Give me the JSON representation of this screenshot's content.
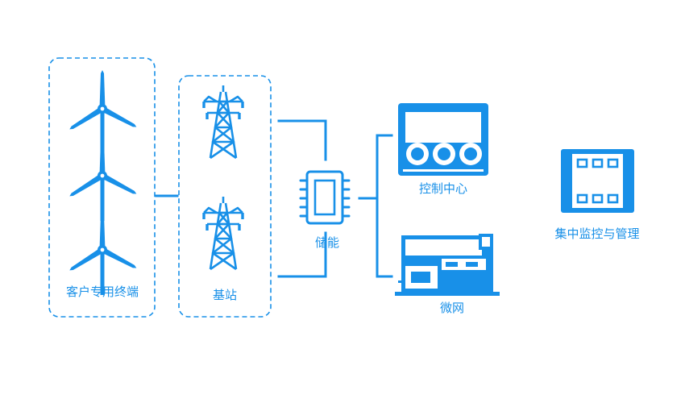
{
  "colors": {
    "primary": "#1890e8"
  },
  "groups": {
    "terminals": {
      "label": "客户专用终端",
      "icon": "wind-turbine-icon",
      "count": 3
    },
    "base_station": {
      "label": "基站",
      "icon": "transmission-tower-icon",
      "count": 2
    }
  },
  "nodes": {
    "storage": {
      "label": "储能",
      "icon": "chip-icon"
    },
    "control_center": {
      "label": "控制中心",
      "icon": "monitor-wall-icon"
    },
    "microgrid": {
      "label": "微网",
      "icon": "factory-icon"
    },
    "central_monitoring": {
      "label": "集中监控与管理",
      "icon": "control-panel-icon"
    }
  }
}
